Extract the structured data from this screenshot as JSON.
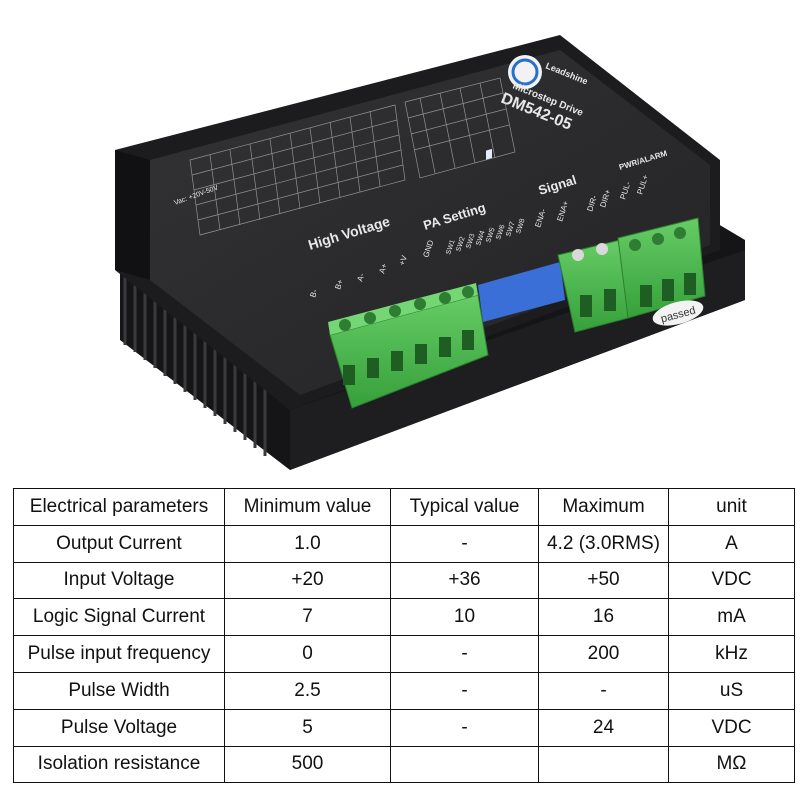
{
  "device": {
    "model": "DM542-05",
    "subtitle": "Microstep Drive",
    "brand": "Leadshine",
    "sections": {
      "high_voltage": "High Voltage",
      "pa_setting": "PA Setting",
      "signal": "Signal",
      "pwr_alarm": "PWR/ALARM"
    },
    "power_pins": [
      "B-",
      "B+",
      "A-",
      "A+",
      "+V",
      "GND"
    ],
    "switch_labels": [
      "SW1",
      "SW2",
      "SW3",
      "SW4",
      "SW5",
      "SW6",
      "SW7",
      "SW8"
    ],
    "signal_pins": [
      "ENA-",
      "ENA+",
      "DIR-",
      "DIR+",
      "PUL-",
      "PUL+"
    ],
    "sticker": "passed",
    "voltage_note": "Vac: +20V-50V"
  },
  "table": {
    "headers": [
      "Electrical parameters",
      "Minimum value",
      "Typical value",
      "Maximum",
      "unit"
    ],
    "rows": [
      [
        "Output Current",
        "1.0",
        "-",
        "4.2 (3.0RMS)",
        "A"
      ],
      [
        "Input Voltage",
        "+20",
        "+36",
        "+50",
        "VDC"
      ],
      [
        "Logic Signal Current",
        "7",
        "10",
        "16",
        "mA"
      ],
      [
        "Pulse input frequency",
        "0",
        "-",
        "200",
        "kHz"
      ],
      [
        "Pulse Width",
        "2.5",
        "-",
        "-",
        "uS"
      ],
      [
        "Pulse Voltage",
        "5",
        "-",
        "24",
        "VDC"
      ],
      [
        "Isolation resistance",
        "500",
        "",
        "",
        "MΩ"
      ]
    ]
  },
  "colors": {
    "housing": "#1c1c1e",
    "panel": "#2a2a2c",
    "terminal_green": "#4cb84c",
    "dip_blue": "#3a6fd8",
    "label_text": "#e8e8e8"
  }
}
